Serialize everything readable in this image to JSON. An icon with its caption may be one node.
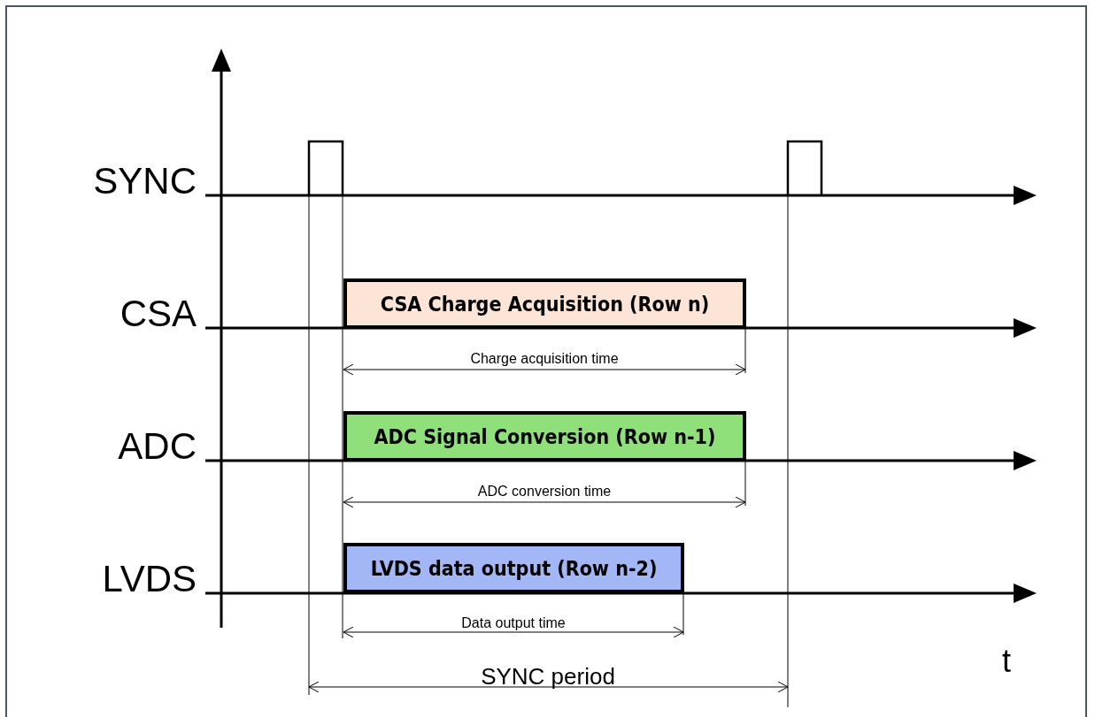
{
  "diagram": {
    "nodes": [
      {
        "text": [
          "CSA Charge Acquisition (Row n)"
        ]
      },
      {
        "text": [
          "ADC Signal Conversion (Row n-1)"
        ]
      },
      {
        "text": [
          "LVDS data output (Row n-2)"
        ]
      }
    ],
    "labels": [
      "SYNC",
      "CSA",
      "Charge acquisition time",
      "ADC",
      "ADC conversion time",
      "LVDS",
      "Data output time",
      "t",
      "SYNC period"
    ]
  }
}
